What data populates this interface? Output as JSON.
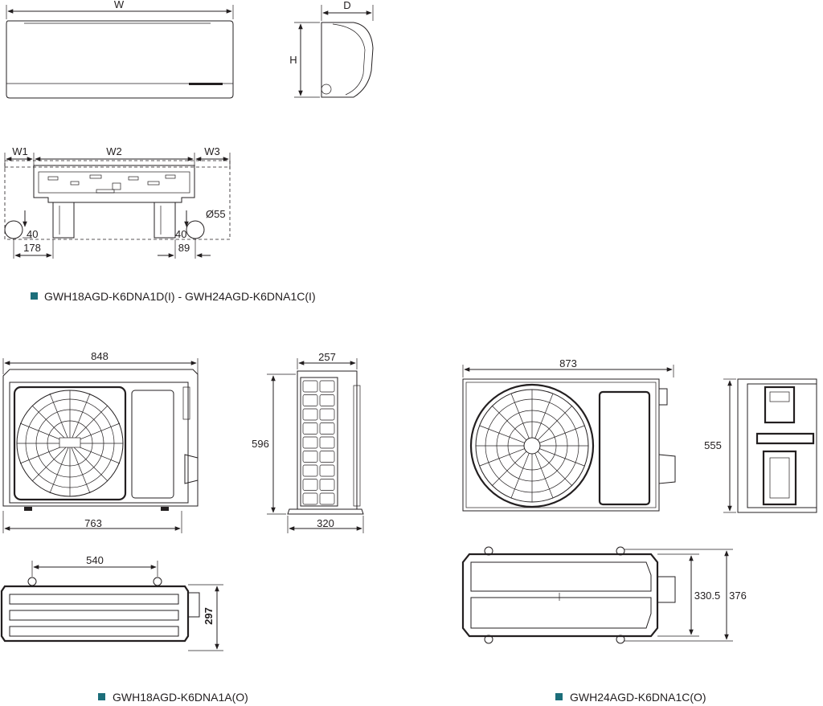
{
  "indoor": {
    "front_dim": "W",
    "side_depth_dim": "D",
    "side_height_dim": "H",
    "bracket_w1": "W1",
    "bracket_w2": "W2",
    "bracket_w3": "W3",
    "hole_diameter": "Ø55",
    "left_hole_offset_y": "40",
    "right_hole_offset_y": "40",
    "left_hole_offset_x": "178",
    "right_hole_offset_x": "89",
    "caption": "GWH18AGD-K6DNA1D(I) - GWH24AGD-K6DNA1C(I)"
  },
  "outdoor_a": {
    "width_top": "848",
    "width_bottom": "763",
    "side_depth_top": "257",
    "side_depth_bottom": "320",
    "height": "596",
    "mount_distance": "540",
    "top_depth": "297",
    "caption": "GWH18AGD-K6DNA1A(O)"
  },
  "outdoor_c": {
    "width_top": "873",
    "height": "555",
    "top_inner_depth": "330.5",
    "top_outer_depth": "376",
    "caption": "GWH24AGD-K6DNA1C(O)"
  },
  "colors": {
    "line": "#231f20",
    "caption_marker": "#1c6e7a"
  },
  "icons": {
    "caption_marker": "square-bullet-icon"
  }
}
